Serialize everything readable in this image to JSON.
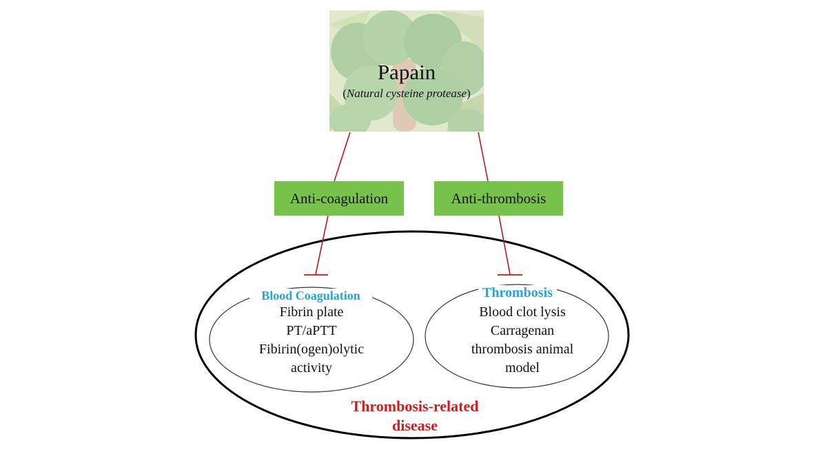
{
  "top": {
    "title": "Papain",
    "subtitle_open": "(",
    "subtitle_italic": "Natural cysteine protease",
    "subtitle_close": ")"
  },
  "activities": {
    "left": "Anti-coagulation",
    "right": "Anti-thrombosis"
  },
  "blood_coagulation": {
    "heading": "Blood Coagulation",
    "items": [
      "Fibrin plate",
      "PT/aPTT",
      "Fibirin(ogen)olytic",
      "activity"
    ]
  },
  "thrombosis": {
    "heading": "Thrombosis",
    "items": [
      "Blood clot lysis",
      "Carragenan",
      "thrombosis animal",
      "model"
    ]
  },
  "disease": {
    "line1": "Thrombosis-related",
    "line2": "disease"
  },
  "colors": {
    "box_fill": "#77c24a",
    "heading": "#2aa3d6",
    "disease_text": "#d21b1b",
    "inhibitor_line": "#c0141a"
  }
}
